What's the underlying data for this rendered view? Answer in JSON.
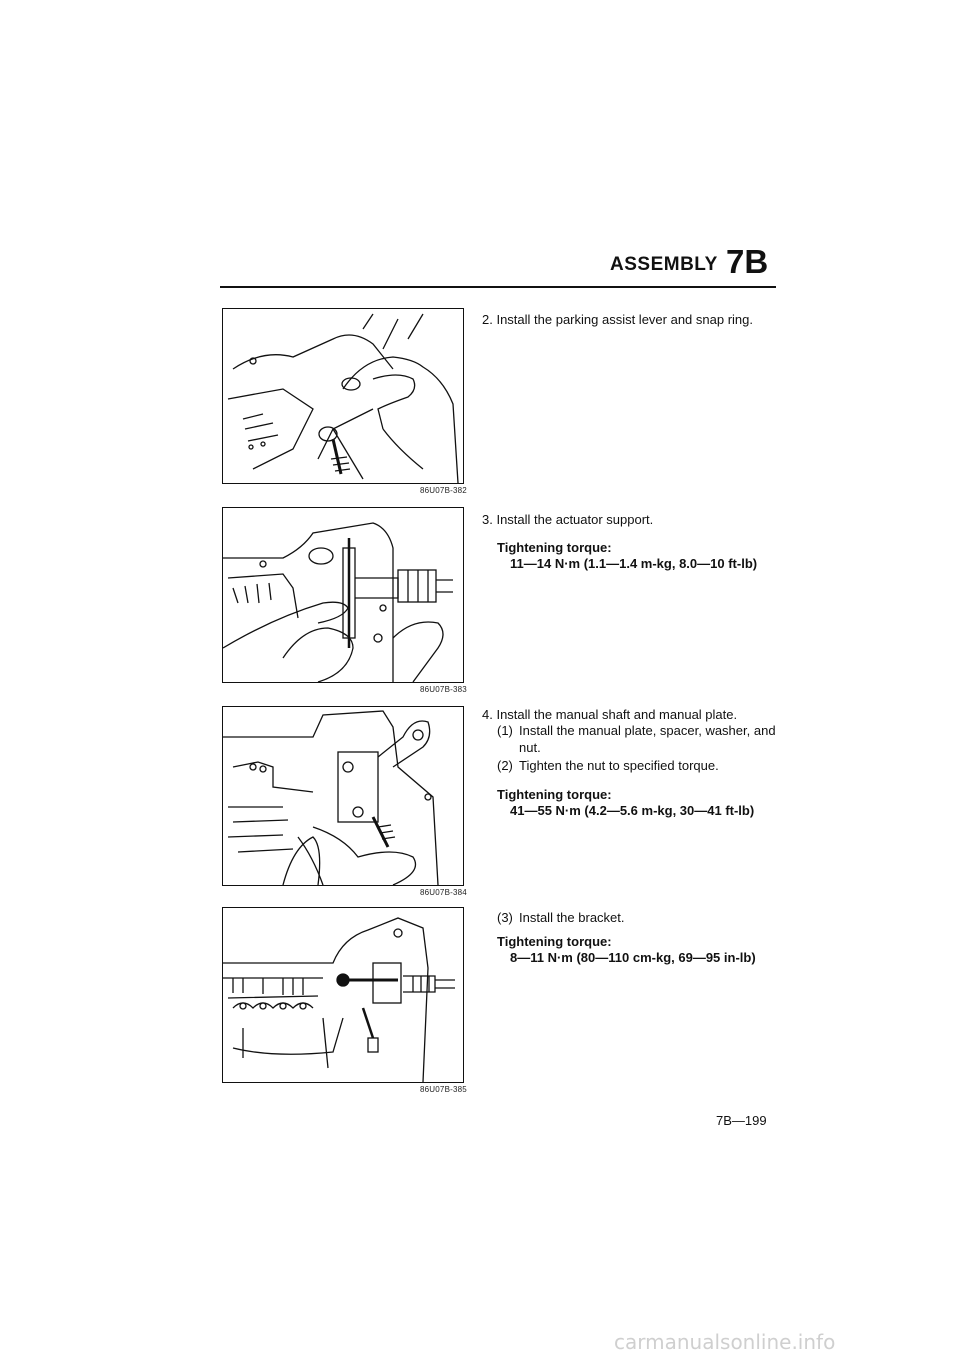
{
  "header": {
    "title": "ASSEMBLY",
    "section": "7B"
  },
  "figures": [
    {
      "code": "86U07B-382",
      "icon": "parking-assist-lever-illustration"
    },
    {
      "code": "86U07B-383",
      "icon": "actuator-support-illustration"
    },
    {
      "code": "86U07B-384",
      "icon": "manual-shaft-plate-illustration"
    },
    {
      "code": "86U07B-385",
      "icon": "bracket-illustration"
    }
  ],
  "steps": {
    "s2": "2. Install the parking assist lever and snap ring.",
    "s3": "3. Install the actuator support.",
    "s3_torque_label": "Tightening torque:",
    "s3_torque_value": "11—14 N·m (1.1—1.4 m-kg, 8.0—10 ft-lb)",
    "s4": "4. Install the manual shaft and manual plate.",
    "s4_sub1_num": "(1)",
    "s4_sub1": "Install the manual plate, spacer, washer, and nut.",
    "s4_sub2_num": "(2)",
    "s4_sub2": "Tighten the nut to specified torque.",
    "s4_torque_label": "Tightening torque:",
    "s4_torque_value": "41—55 N·m (4.2—5.6 m-kg, 30—41 ft-lb)",
    "s4_sub3_num": "(3)",
    "s4_sub3": "Install the bracket.",
    "s4b_torque_label": "Tightening torque:",
    "s4b_torque_value": "8—11 N·m (80—110 cm-kg, 69—95 in-lb)"
  },
  "page_number": "7B—199",
  "footer": {
    "domain": "carmanualsonline.info"
  }
}
